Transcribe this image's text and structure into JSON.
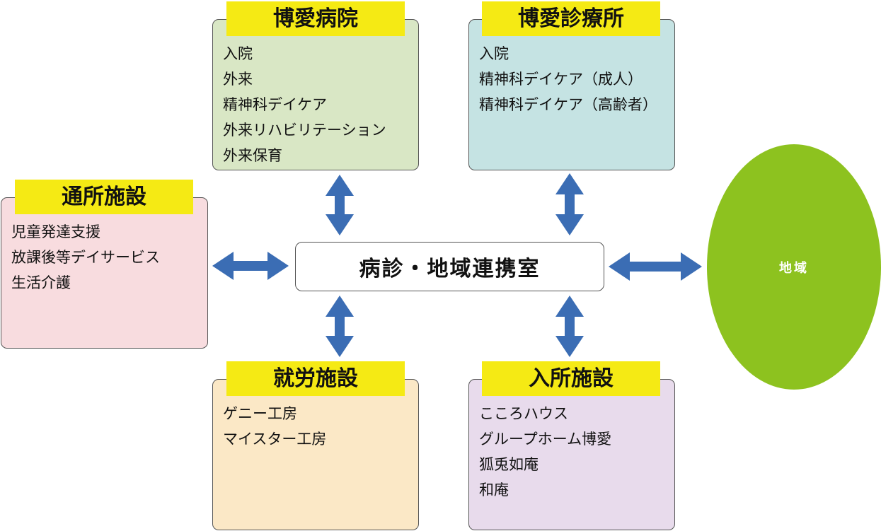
{
  "center": {
    "label": "病診・地域連携室"
  },
  "region": {
    "label": "地域"
  },
  "boxes": {
    "hospital": {
      "title": "博愛病院",
      "items": [
        "入院",
        "外来",
        "精神科デイケア",
        "外来リハビリテーション",
        "外来保育"
      ],
      "color": "#d9e7c5"
    },
    "clinic": {
      "title": "博愛診療所",
      "items": [
        "入院",
        "精神科デイケア（成人）",
        "精神科デイケア（高齢者）"
      ],
      "color": "#c5e3e3"
    },
    "daycare": {
      "title": "通所施設",
      "items": [
        "児童発達支援",
        "放課後等デイサービス",
        "生活介護"
      ],
      "color": "#f8dcdf"
    },
    "work": {
      "title": "就労施設",
      "items": [
        "ゲニー工房",
        "マイスター工房"
      ],
      "color": "#fbe8c6"
    },
    "resident": {
      "title": "入所施設",
      "items": [
        "こころハウス",
        "グループホーム博愛",
        "狐兎如庵",
        "和庵"
      ],
      "color": "#e8dbec"
    }
  },
  "colors": {
    "arrow": "#3b6db4",
    "title_bg": "#f5ea14",
    "region": "#8dc21f"
  },
  "connections": [
    {
      "from": "center",
      "to": "hospital",
      "type": "bidirectional"
    },
    {
      "from": "center",
      "to": "clinic",
      "type": "bidirectional"
    },
    {
      "from": "center",
      "to": "daycare",
      "type": "bidirectional"
    },
    {
      "from": "center",
      "to": "work",
      "type": "bidirectional"
    },
    {
      "from": "center",
      "to": "resident",
      "type": "bidirectional"
    },
    {
      "from": "center",
      "to": "region",
      "type": "bidirectional"
    }
  ]
}
